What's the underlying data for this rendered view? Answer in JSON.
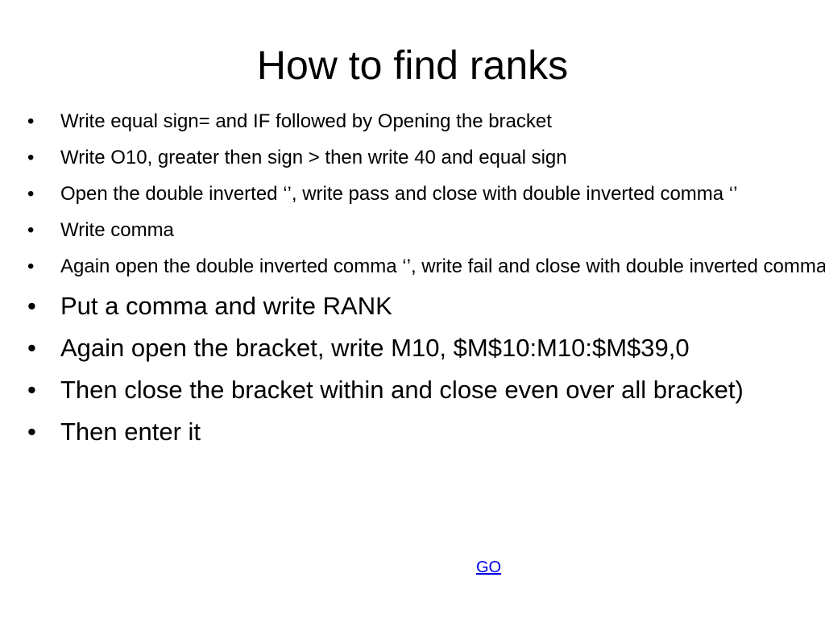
{
  "slide": {
    "title": "How to find ranks",
    "bullets": [
      "Write equal sign= and IF followed by Opening the bracket",
      "Write O10, greater then sign > then write 40 and equal sign",
      "Open the double inverted ‘’, write pass and close with double inverted comma ‘’",
      "Write comma",
      "Again open the double inverted comma ‘’, write fail and close with double inverted comma",
      "Put a comma and write RANK",
      "Again open the bracket, write M10, $M$10:M10:$M$39,0",
      "Then close the bracket within and close even over all bracket)",
      "Then enter it"
    ],
    "bullet_char": "•",
    "link_text": "GO",
    "link_color": "#0000ee"
  }
}
